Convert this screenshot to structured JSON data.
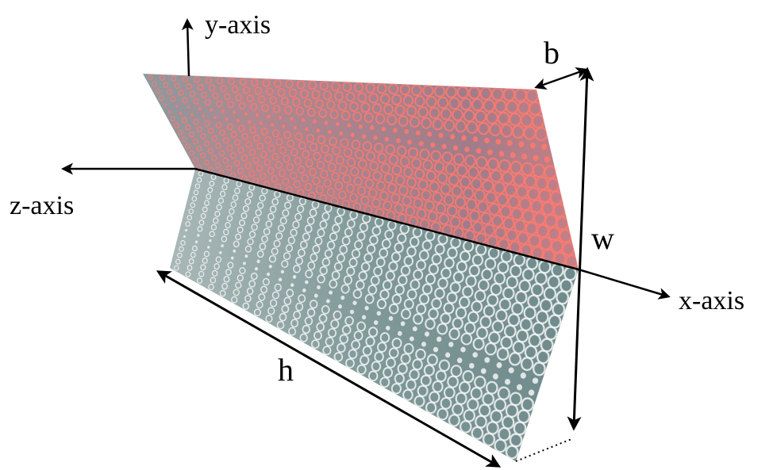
{
  "labels": {
    "y_axis": "y-axis",
    "z_axis": "z-axis",
    "x_axis": "x-axis",
    "b": "b",
    "w": "w",
    "h": "h"
  },
  "colors": {
    "top_panel": "#c98a8f",
    "top_panel_dark": "#9c7f8e",
    "top_rings": "#ff7a6e",
    "bottom_panel": "#8fa7a6",
    "bottom_panel_dark": "#6f8a8b",
    "bottom_rings": "#f2f5f4",
    "arrows": "#000000"
  },
  "icons": {
    "ring_pattern": "concentric-ring-pattern"
  }
}
